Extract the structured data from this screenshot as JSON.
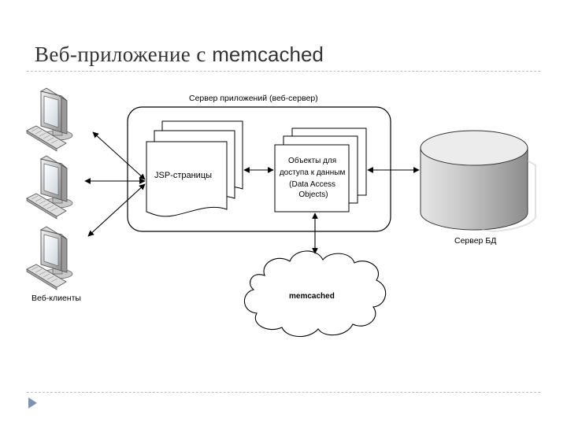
{
  "slide": {
    "title_cyr": "Веб-приложение с",
    "title_latin": "memcached"
  },
  "diagram": {
    "app_server_label": "Сервер приложений (веб-сервер)",
    "jsp_label": "JSP-страницы",
    "dao_lines": [
      "Объекты для",
      "доступа к данным",
      "(Data Access",
      "Objects)"
    ],
    "db_label": "Сервер БД",
    "clients_label": "Веб-клиенты",
    "memcached_label": "memcached"
  }
}
